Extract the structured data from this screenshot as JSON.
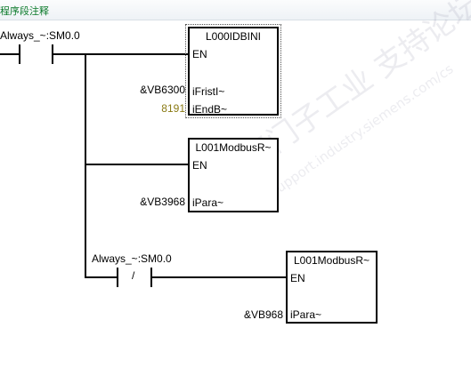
{
  "header": {
    "title": "程序段注释"
  },
  "rung": {
    "contact1": {
      "operand": "Always_~:SM0.0"
    },
    "contact2": {
      "operand": "Always_~:SM0.0",
      "symbol": "/"
    },
    "block1": {
      "name": "L000IDBINI",
      "en": "EN",
      "params": [
        {
          "value": "&VB6300",
          "pin": "iFristI~"
        },
        {
          "value": "8191",
          "pin": "iEndB~"
        }
      ]
    },
    "block2": {
      "name": "L001ModbusR~",
      "en": "EN",
      "params": [
        {
          "value": "&VB3968",
          "pin": "iPara~"
        }
      ]
    },
    "block3": {
      "name": "L001ModbusR~",
      "en": "EN",
      "params": [
        {
          "value": "&VB968",
          "pin": "iPara~"
        }
      ]
    }
  },
  "watermark": {
    "text": "西门子工业 支持论坛",
    "url": "support.industry.siemens.com/cs"
  },
  "colors": {
    "comment": "#0a7a2a",
    "constant": "#8a7a14",
    "line": "#000000"
  }
}
